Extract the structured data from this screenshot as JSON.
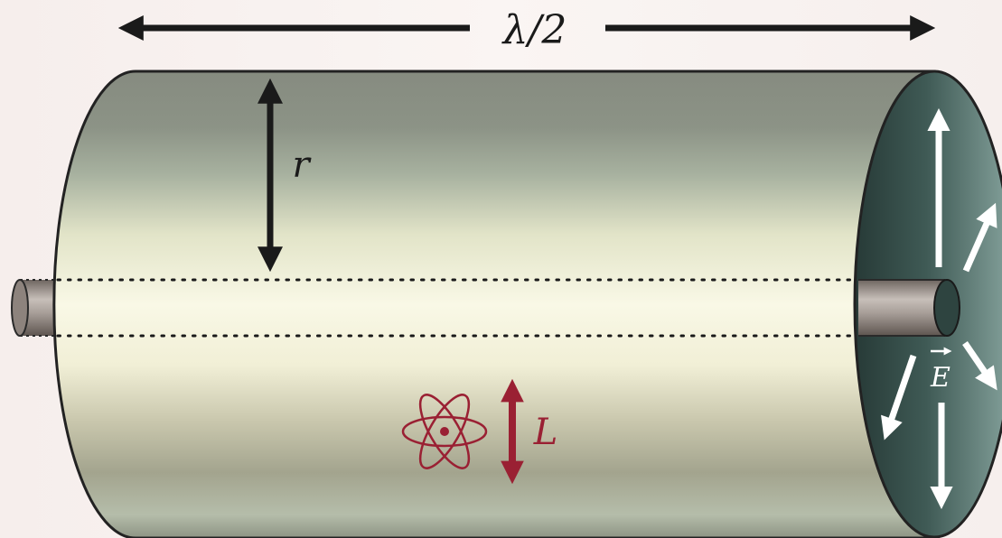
{
  "labels": {
    "length": "λ/2",
    "radius": "r",
    "field": "E",
    "dipole": "L"
  },
  "colors": {
    "background": "#f6eeec",
    "cylinder_light": "#f9f8e6",
    "cylinder_dark": "#868b80",
    "end_face": "#3f5a55",
    "atom": "#9a2033",
    "arrow_dark": "#1a1a1a",
    "arrow_field": "#ffffff"
  },
  "icons": {
    "atom": "atom-icon",
    "double_arrow": "double-arrow-icon"
  }
}
